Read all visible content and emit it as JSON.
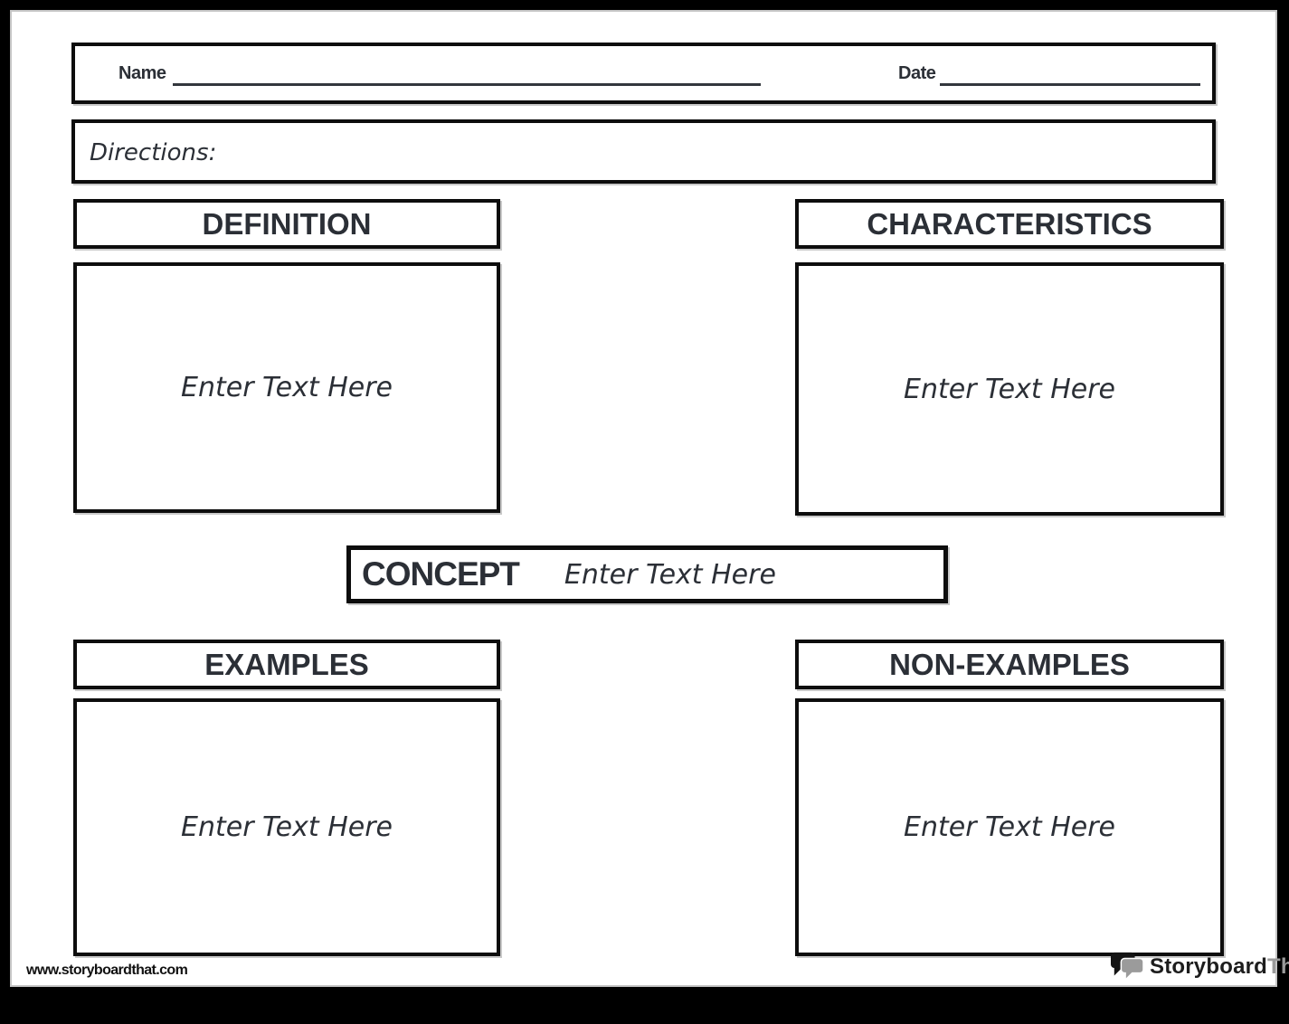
{
  "header": {
    "name_label": "Name",
    "date_label": "Date",
    "directions_label": "Directions:"
  },
  "sections": {
    "definition": {
      "title": "DEFINITION",
      "placeholder": "Enter Text Here"
    },
    "characteristics": {
      "title": "CHARACTERISTICS",
      "placeholder": "Enter Text Here"
    },
    "concept": {
      "title": "CONCEPT",
      "placeholder": "Enter Text Here"
    },
    "examples": {
      "title": "EXAMPLES",
      "placeholder": "Enter Text Here"
    },
    "non_examples": {
      "title": "NON-EXAMPLES",
      "placeholder": "Enter Text Here"
    }
  },
  "footer": {
    "website": "www.storyboardthat.com",
    "logo_text_primary": "Storyboard",
    "logo_text_secondary": "That"
  },
  "colors": {
    "ink": "#2b2f36",
    "border": "#0d0d0d",
    "page_background": "#ffffff",
    "canvas_background": "#000000",
    "logo_gray": "#9b9b9b"
  }
}
